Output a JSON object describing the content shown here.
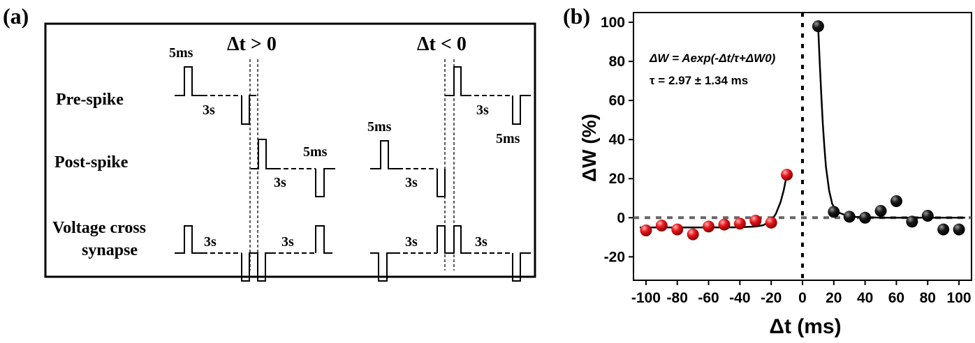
{
  "panel_a": {
    "letter": "(a)",
    "header_positive": "Δt > 0",
    "header_negative": "Δt < 0",
    "row_labels": {
      "pre": "Pre-spike",
      "post": "Post-spike",
      "cross_line1": "Voltage cross",
      "cross_line2": "synapse"
    },
    "pulse_width_label": "5ms",
    "interval_label": "3s"
  },
  "panel_b": {
    "letter": "(b)"
  },
  "chart_data": {
    "type": "scatter",
    "title": "",
    "xlabel": "Δt (ms)",
    "ylabel": "ΔW (%)",
    "xlim": [
      -108,
      108
    ],
    "ylim": [
      -32,
      105
    ],
    "xticks": [
      -100,
      -80,
      -60,
      -40,
      -20,
      0,
      20,
      40,
      60,
      80,
      100
    ],
    "xtick_labels": [
      "-100",
      "-80",
      "-60",
      "-40",
      "-20",
      "0",
      "20",
      "40",
      "60",
      "80",
      "100"
    ],
    "yticks": [
      -20,
      0,
      20,
      40,
      60,
      80,
      100
    ],
    "ytick_labels": [
      "-20",
      "0",
      "20",
      "40",
      "60",
      "80",
      "100"
    ],
    "grid": false,
    "equation_line1": "ΔW = Aexp(-Δt/τ+ΔW0)",
    "equation_line2": "τ = 2.97 ± 1.34 ms",
    "reference_lines": {
      "vertical_x": 0,
      "horizontal_y": 0
    },
    "series": [
      {
        "color": "#e8191e",
        "points": [
          {
            "x": -100,
            "y": -6.5
          },
          {
            "x": -90,
            "y": -4
          },
          {
            "x": -80,
            "y": -6
          },
          {
            "x": -70,
            "y": -8.5
          },
          {
            "x": -60,
            "y": -4.5
          },
          {
            "x": -50,
            "y": -3.5
          },
          {
            "x": -40,
            "y": -3
          },
          {
            "x": -30,
            "y": -1.5
          },
          {
            "x": -20,
            "y": -2.5
          },
          {
            "x": -10,
            "y": 22
          }
        ]
      },
      {
        "color": "#1a1a1a",
        "points": [
          {
            "x": 10,
            "y": 98
          },
          {
            "x": 20,
            "y": 3
          },
          {
            "x": 30,
            "y": 0.5
          },
          {
            "x": 40,
            "y": 0
          },
          {
            "x": 50,
            "y": 3.5
          },
          {
            "x": 60,
            "y": 8.5
          },
          {
            "x": 70,
            "y": -2
          },
          {
            "x": 80,
            "y": 1
          },
          {
            "x": 90,
            "y": -6
          },
          {
            "x": 100,
            "y": -6
          }
        ]
      }
    ],
    "fit_curves": [
      {
        "side": "negative",
        "points": [
          {
            "x": -104,
            "y": -5
          },
          {
            "x": -70,
            "y": -5
          },
          {
            "x": -40,
            "y": -4.9
          },
          {
            "x": -30,
            "y": -4.5
          },
          {
            "x": -25,
            "y": -3.8
          },
          {
            "x": -20,
            "y": -1.5
          },
          {
            "x": -17,
            "y": 2
          },
          {
            "x": -14,
            "y": 8
          },
          {
            "x": -12,
            "y": 14
          },
          {
            "x": -10,
            "y": 22
          }
        ]
      },
      {
        "side": "positive",
        "points": [
          {
            "x": 10,
            "y": 98
          },
          {
            "x": 11,
            "y": 80
          },
          {
            "x": 12,
            "y": 63
          },
          {
            "x": 13,
            "y": 48
          },
          {
            "x": 14,
            "y": 36
          },
          {
            "x": 15,
            "y": 26
          },
          {
            "x": 17,
            "y": 14
          },
          {
            "x": 19,
            "y": 7
          },
          {
            "x": 22,
            "y": 3
          },
          {
            "x": 30,
            "y": 0.5
          },
          {
            "x": 50,
            "y": 0
          },
          {
            "x": 104,
            "y": 0
          }
        ]
      }
    ]
  }
}
